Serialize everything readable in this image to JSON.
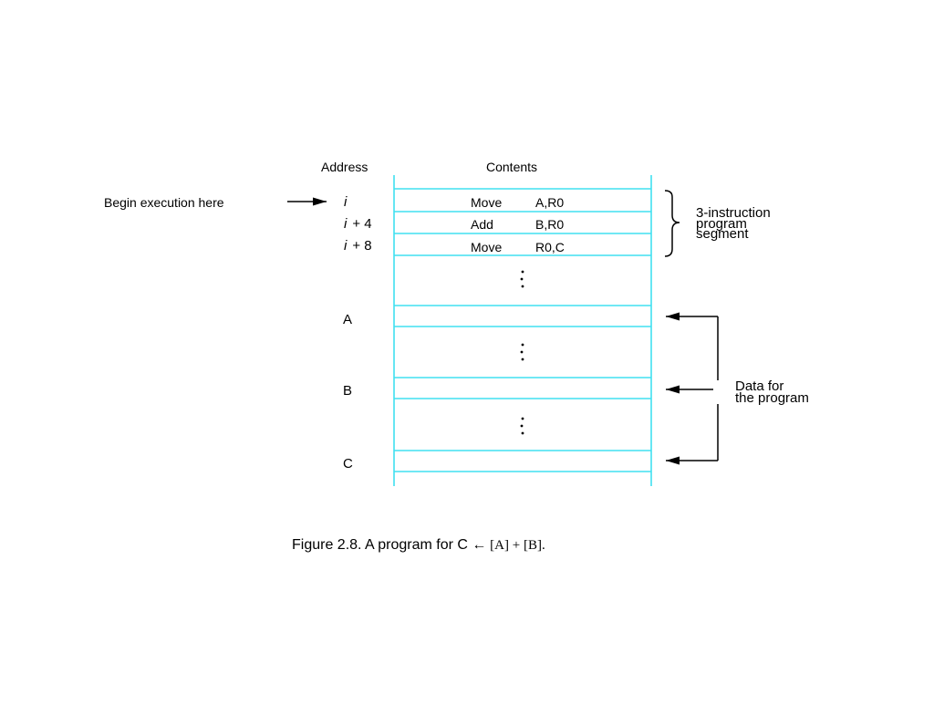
{
  "headers": {
    "address": "Address",
    "contents": "Contents"
  },
  "begin_label": "Begin execution here",
  "addresses": [
    {
      "var": "i",
      "suffix": ""
    },
    {
      "var": "i",
      "suffix": "+ 4"
    },
    {
      "var": "i",
      "suffix": "+ 8"
    },
    {
      "var": "",
      "suffix": "A"
    },
    {
      "var": "",
      "suffix": "B"
    },
    {
      "var": "",
      "suffix": "C"
    }
  ],
  "instructions": [
    {
      "op": "Move",
      "args": "A,R0"
    },
    {
      "op": "Add",
      "args": "B,R0"
    },
    {
      "op": "Move",
      "args": "R0,C"
    }
  ],
  "segment_label": [
    "3-instruction",
    "program",
    "segment"
  ],
  "data_label": [
    "Data for",
    "the program"
  ],
  "caption": {
    "main": "Figure 2.8.  A program for C ",
    "arrow": "←",
    "formula": " [A] + [B]."
  },
  "colors": {
    "memory_lines": "#40e0f0",
    "ink": "#000000"
  }
}
